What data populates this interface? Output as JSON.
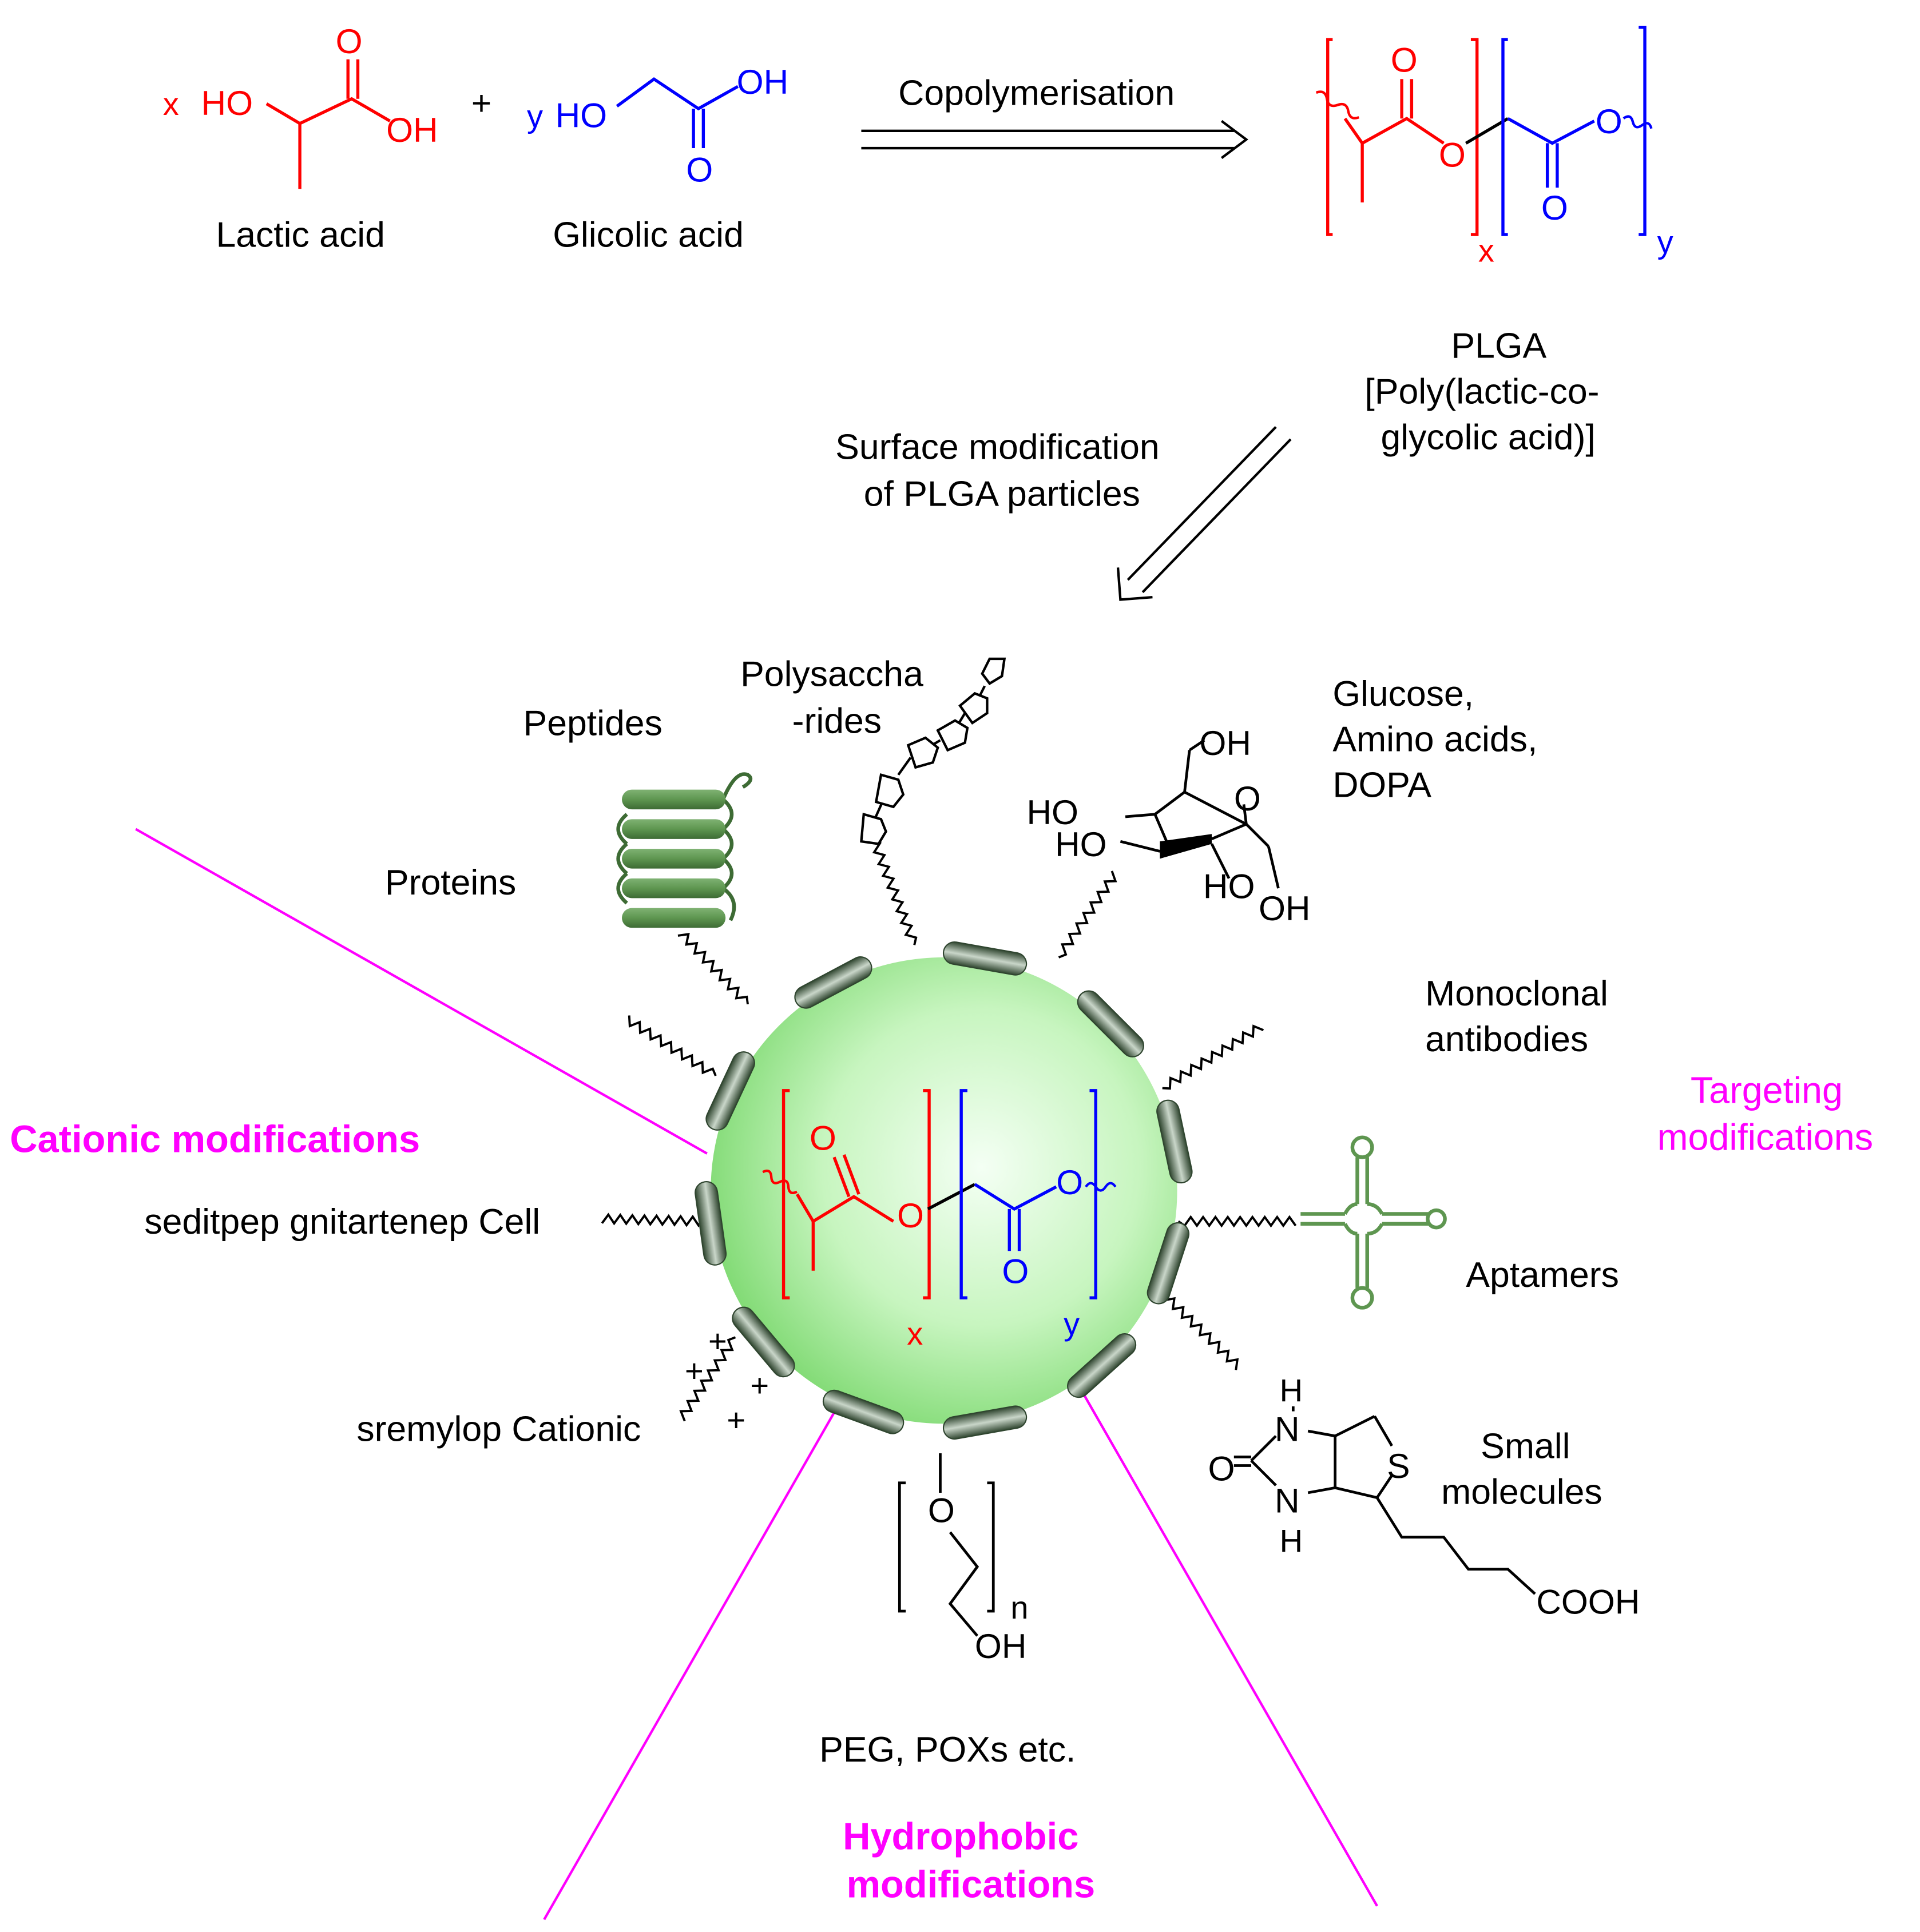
{
  "colors": {
    "lactic": "#ff0000",
    "glycolic": "#0000ff",
    "text": "#000000",
    "category": "#ff00ff",
    "green_dark": "#3d6b34",
    "green_mid": "#5e9650",
    "green_light": "#7fb273",
    "particle_center": "#f4fff4",
    "particle_edge": "#8be07e",
    "shell": "#556b55"
  },
  "reaction": {
    "lactic": {
      "coef": "x",
      "label": "Lactic acid",
      "ho": "HO",
      "o": "O",
      "oh": "OH"
    },
    "plus": "+",
    "glycolic": {
      "coef": "y",
      "label": "Glicolic acid",
      "ho": "HO",
      "o": "O",
      "oh": "OH"
    },
    "arrow_label": "Copolymerisation",
    "product": {
      "o1": "O",
      "o2": "O",
      "o3": "O",
      "o4": "O",
      "sub_x": "x",
      "sub_y": "y"
    }
  },
  "plga": {
    "name": "PLGA",
    "full_line1": "[Poly(lactic-co-",
    "full_line2": "glycolic acid)]"
  },
  "surface_step": {
    "line1": "Surface modification",
    "line2": "of PLGA particles"
  },
  "particle": {
    "o1": "O",
    "o2": "O",
    "o3": "O",
    "o4": "O",
    "sub_x": "x",
    "sub_y": "y"
  },
  "modifications": {
    "peptides": "Peptides",
    "polysaccharides_1": "Polysaccha",
    "polysaccharides_2": "-rides",
    "glucose_1": "Glucose,",
    "glucose_2": "Amino acids,",
    "glucose_3": "DOPA",
    "proteins": "Proteins",
    "monoclonal_1": "Monoclonal",
    "monoclonal_2": "antibodies",
    "cpp": "seditpep gnitartenep Cell",
    "aptamers": "Aptamers",
    "cationic_polymers": "sremylop Cationic",
    "small_1": "Small",
    "small_2": "molecules",
    "peg": "PEG, POXs etc."
  },
  "glucose": {
    "oh_top": "OH",
    "o_ring": "O",
    "ho_1": "HO",
    "ho_2": "HO",
    "ho_3": "HO",
    "oh_bottom": "OH"
  },
  "biotin": {
    "h_top": "H",
    "n_top": "N",
    "o": "O",
    "n_bottom": "N",
    "h_bottom": "H",
    "s": "S",
    "cooh": "COOH"
  },
  "peg_struct": {
    "o": "O",
    "n": "n",
    "oh": "OH"
  },
  "charges": {
    "plus": "+"
  },
  "categories": {
    "targeting_1": "Targeting",
    "targeting_2": "modifications",
    "cationic": "Cationic modifications",
    "hydrophobic_1": "Hydrophobic",
    "hydrophobic_2": "modifications"
  }
}
